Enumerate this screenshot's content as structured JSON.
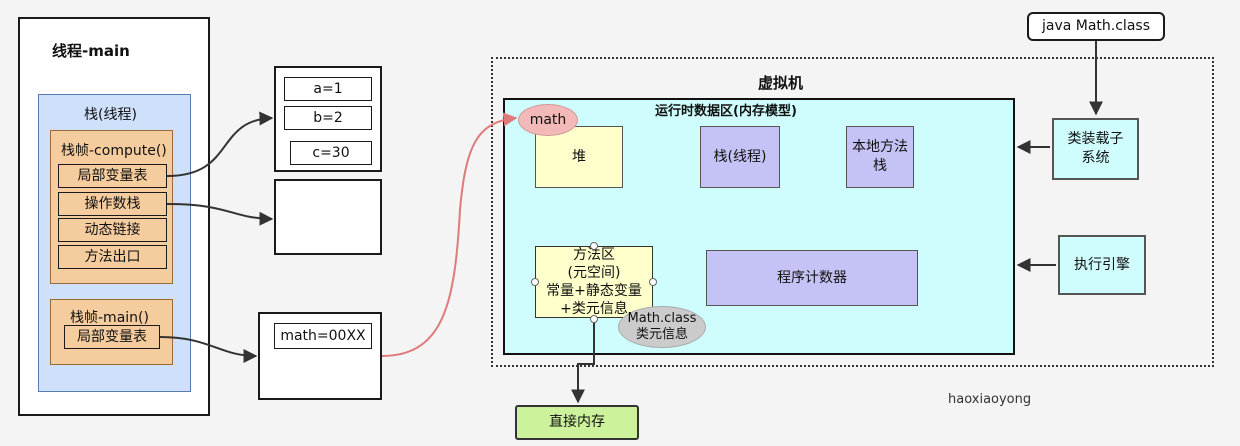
{
  "thread": {
    "title": "线程-main",
    "stack_title": "栈(线程)",
    "frame_compute": {
      "title": "栈帧-compute()",
      "items": [
        "局部变量表",
        "操作数栈",
        "动态链接",
        "方法出口"
      ]
    },
    "frame_main": {
      "title": "栈帧-main()",
      "items": [
        "局部变量表"
      ]
    }
  },
  "local_vars": [
    "a=1",
    "b=2",
    "c=30"
  ],
  "main_local": "math=00XX",
  "jvm": {
    "title": "虚拟机",
    "runtime_title": "运行时数据区(内存模型)",
    "heap": "堆",
    "math_object": "math",
    "stack": "栈(线程)",
    "native_stack": [
      "本地方法",
      "栈"
    ],
    "method_area": [
      "方法区",
      "(元空间)",
      "常量+静态变量",
      "+类元信息"
    ],
    "class_meta": [
      "Math.class",
      "类元信息"
    ],
    "program_counter": "程序计数器",
    "class_loader": [
      "类装载子",
      "系统"
    ],
    "execution_engine": "执行引擎"
  },
  "class_file": "java Math.class",
  "direct_memory": "直接内存",
  "watermark": "haoxiaoyong",
  "colors": {
    "blue": "#cfe0fb",
    "orange": "#f5cc9e",
    "cyan": "#cffcfc",
    "yellow": "#ffffcc",
    "purple": "#c5c3f5",
    "green": "#cdf29c",
    "pink": "#f3b8b8",
    "gray": "#cbcbcb",
    "red_arrow": "#e07a7a"
  }
}
